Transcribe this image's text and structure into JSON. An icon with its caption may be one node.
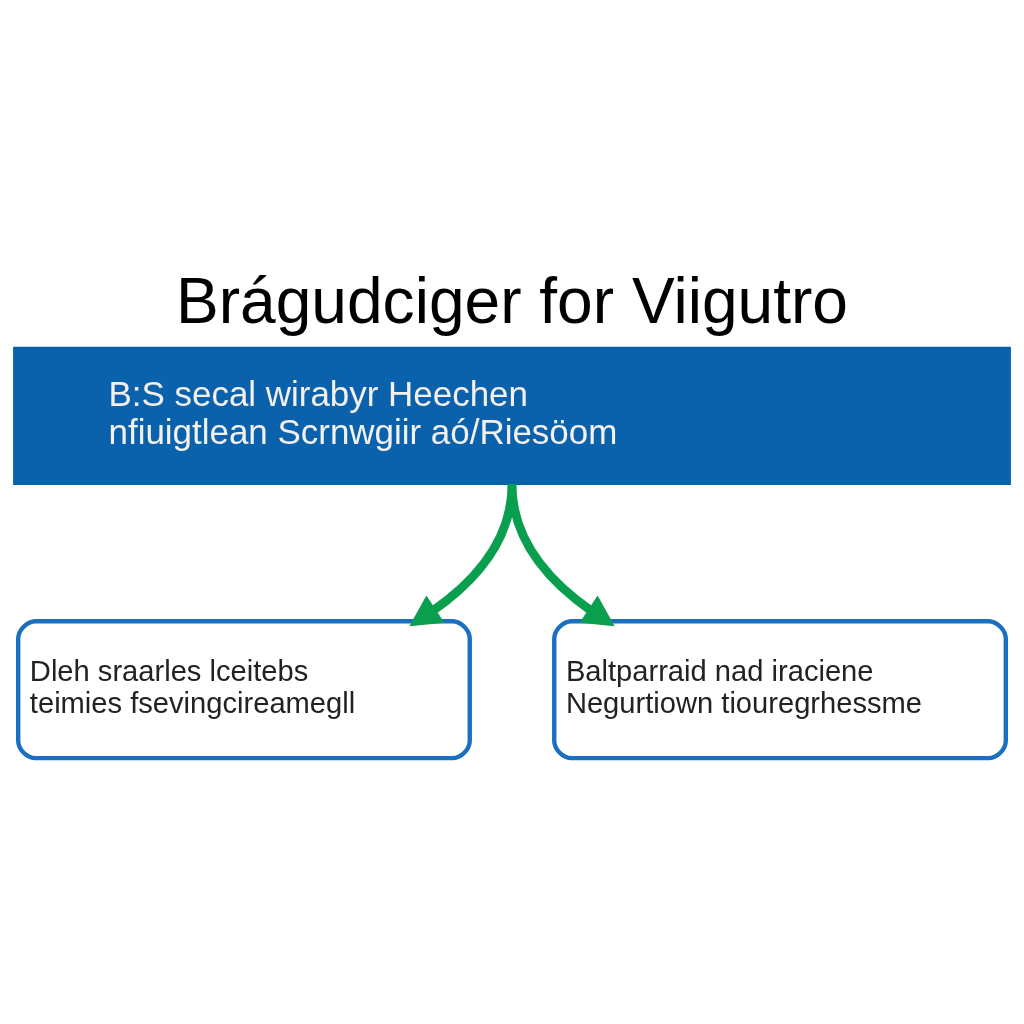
{
  "diagram": {
    "title": "Brágudciger for Viigutro",
    "nodes": [
      {
        "text": [
          "B:S secal wirabyr Heechen nfiuigtlean Scrnwgiir aó/Riesöom"
        ]
      },
      {
        "text": [
          "Dleh sraarles lceitebs teimies fsevingcireamegll"
        ]
      },
      {
        "text": [
          "Baltparraid nad iraciene Negurtiown tiouregrhessme"
        ]
      }
    ],
    "edges": [
      {
        "from": 0,
        "to": 1,
        "arrow": "to"
      },
      {
        "from": 0,
        "to": 2,
        "arrow": "to"
      }
    ]
  }
}
